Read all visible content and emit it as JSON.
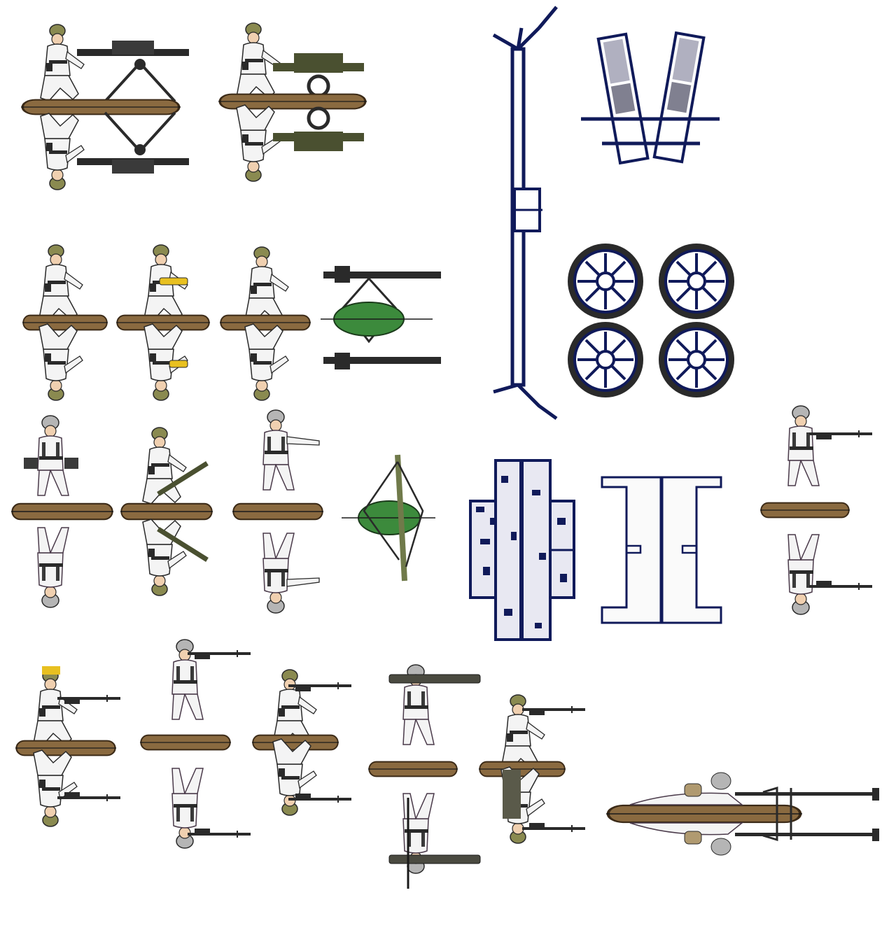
{
  "sheet": {
    "colors": {
      "background": "#ffffff",
      "base_wood": "#8a6a40",
      "base_dark": "#3b2a17",
      "uniform_white": "#f4f4f4",
      "uniform_outline": "#2a2a2a",
      "helmet_grey": "#b5b5b5",
      "khaki_cap": "#8a8a50",
      "weapon_dark": "#2a2a2a",
      "weapon_olive": "#4a5030",
      "shield_green": "#3c8a3c",
      "carriage_navy": "#101a5a",
      "brass_yellow": "#e8c020",
      "beige_pack": "#b09a70"
    },
    "rows": [
      {
        "items": [
          {
            "name": "mg-crew-tripod-pair",
            "icon": "machine-gun-crew-icon",
            "double_sided": true
          },
          {
            "name": "mg-crew-wheeled-pair",
            "icon": "machine-gun-crew-icon",
            "double_sided": true
          },
          {
            "name": "gun-trail-long",
            "icon": "gun-trail-icon",
            "double_sided": false
          },
          {
            "name": "gun-barrel-halves",
            "icon": "gun-barrel-icon",
            "double_sided": false
          }
        ]
      },
      {
        "items": [
          {
            "name": "kneeling-crewman-1",
            "icon": "kneeling-soldier-icon",
            "double_sided": true
          },
          {
            "name": "kneeling-crewman-shell",
            "icon": "kneeling-soldier-icon",
            "double_sided": true
          },
          {
            "name": "kneeling-crewman-2",
            "icon": "kneeling-soldier-icon",
            "double_sided": true
          },
          {
            "name": "twin-barrel-mount",
            "icon": "twin-gun-icon",
            "double_sided": true
          },
          {
            "name": "gun-wheels-set",
            "icon": "wheel-icon",
            "double_sided": false
          }
        ]
      },
      {
        "items": [
          {
            "name": "ammo-bearer",
            "icon": "walking-soldier-icon",
            "double_sided": true
          },
          {
            "name": "belt-feeder",
            "icon": "kneeling-soldier-icon",
            "double_sided": true
          },
          {
            "name": "spotter-pointing",
            "icon": "walking-soldier-icon",
            "double_sided": true
          },
          {
            "name": "green-shield-mount",
            "icon": "gun-shield-icon",
            "double_sided": true
          },
          {
            "name": "tyre-tread-strip",
            "icon": "tread-icon",
            "double_sided": false
          },
          {
            "name": "axle-frame",
            "icon": "frame-icon",
            "double_sided": false
          },
          {
            "name": "standing-gunner-lmg",
            "icon": "standing-soldier-icon",
            "double_sided": true
          }
        ]
      },
      {
        "items": [
          {
            "name": "officer-kneeling-smg",
            "icon": "kneeling-soldier-icon",
            "double_sided": true
          },
          {
            "name": "rifleman-standing",
            "icon": "standing-soldier-icon",
            "double_sided": true
          },
          {
            "name": "rifleman-kneeling",
            "icon": "kneeling-soldier-icon",
            "double_sided": true
          },
          {
            "name": "bazooka-man",
            "icon": "rocket-launcher-icon",
            "double_sided": true
          },
          {
            "name": "rifleman-kneeling-2",
            "icon": "kneeling-soldier-icon",
            "double_sided": true
          },
          {
            "name": "prone-mg-team",
            "icon": "prone-soldier-icon",
            "double_sided": true
          }
        ]
      }
    ]
  }
}
